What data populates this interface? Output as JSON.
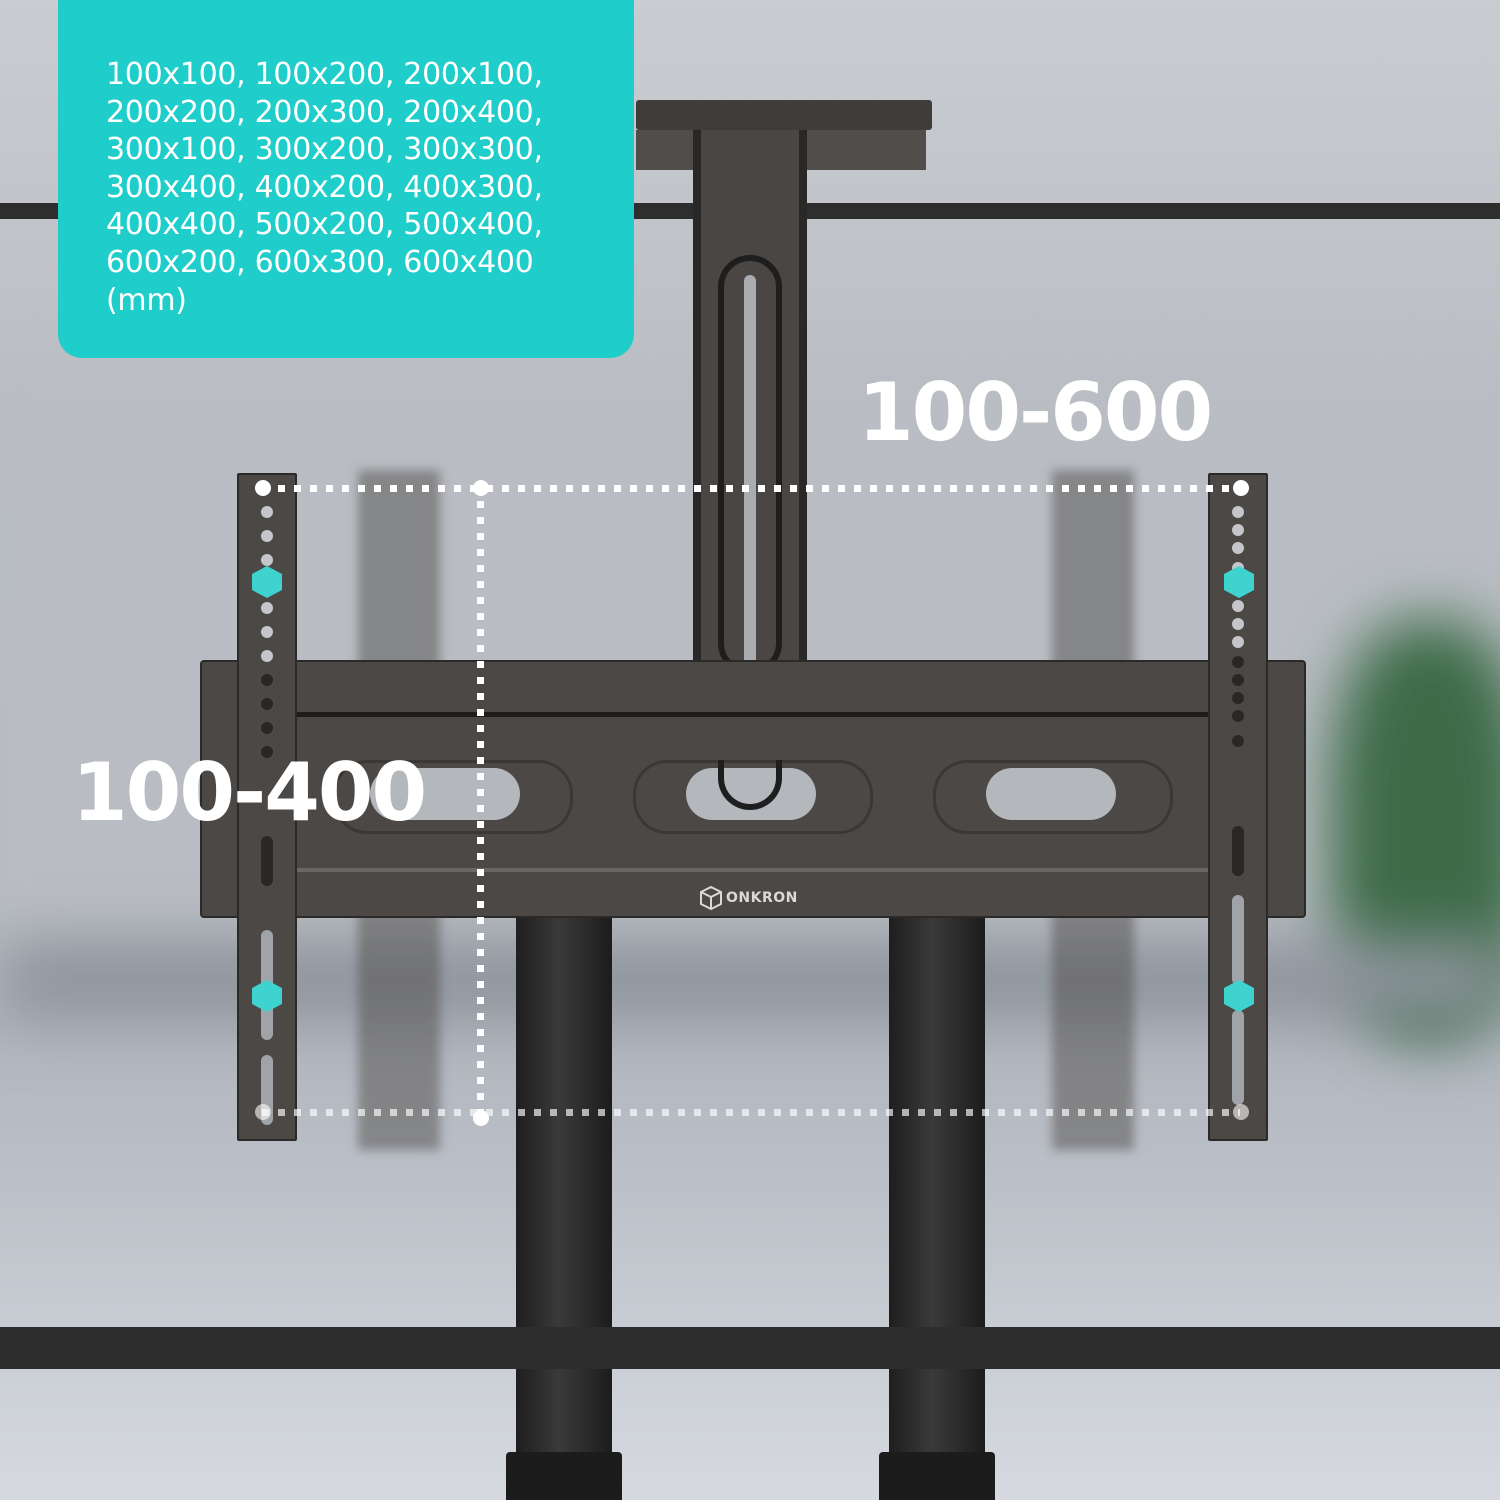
{
  "callout": {
    "lines": [
      "100x100, 100x200, 200x100,",
      "200x200, 200x300, 200x400,",
      "300x100, 300x200, 300x300,",
      "300x400, 400x200, 400x300,",
      "400x400, 500x200, 500x400,",
      "600x200, 600x300, 600x400",
      "(mm)"
    ],
    "background_color": "#1fcdca"
  },
  "dimensions": {
    "horizontal_label": "100-600",
    "vertical_label": "100-400"
  },
  "brand": {
    "logo_text": "ONKRON"
  },
  "colors": {
    "accent_cyan": "#3fd3d0",
    "metal": "#4c4845",
    "frame": "#2f2e2e"
  }
}
